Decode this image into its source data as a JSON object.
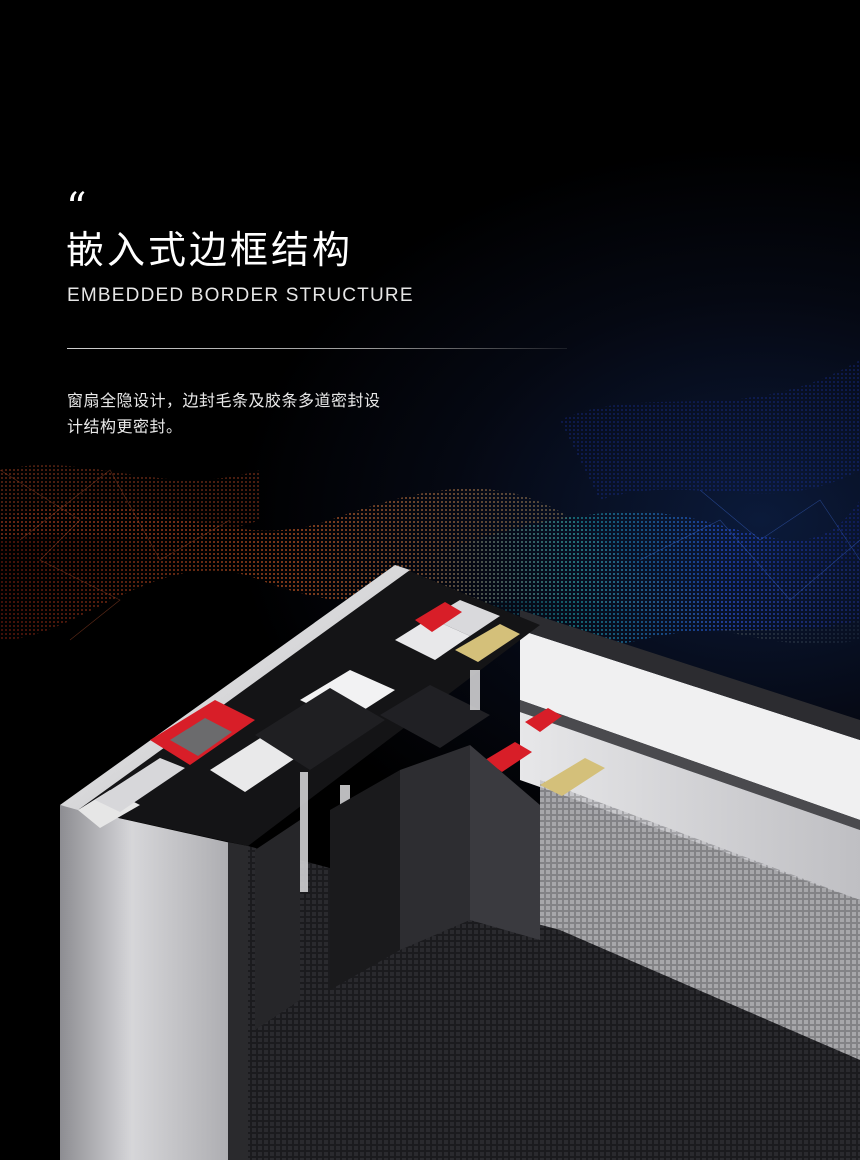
{
  "heading": {
    "quote_mark": "“",
    "title_zh": "嵌入式边框结构",
    "title_en": "EMBEDDED BORDER STRUCTURE"
  },
  "description": {
    "line1": "窗扇全隐设计，边封毛条及胶条多道密封设",
    "line2": "计结构更密封。"
  },
  "colors": {
    "background": "#000000",
    "wave_warm": "#e0652a",
    "wave_cool": "#1fb6c9",
    "wave_blue": "#2b5cff",
    "seal_red": "#d81e28",
    "foam_yellow": "#d4c07a",
    "aluminum": "#c9c9cc"
  }
}
